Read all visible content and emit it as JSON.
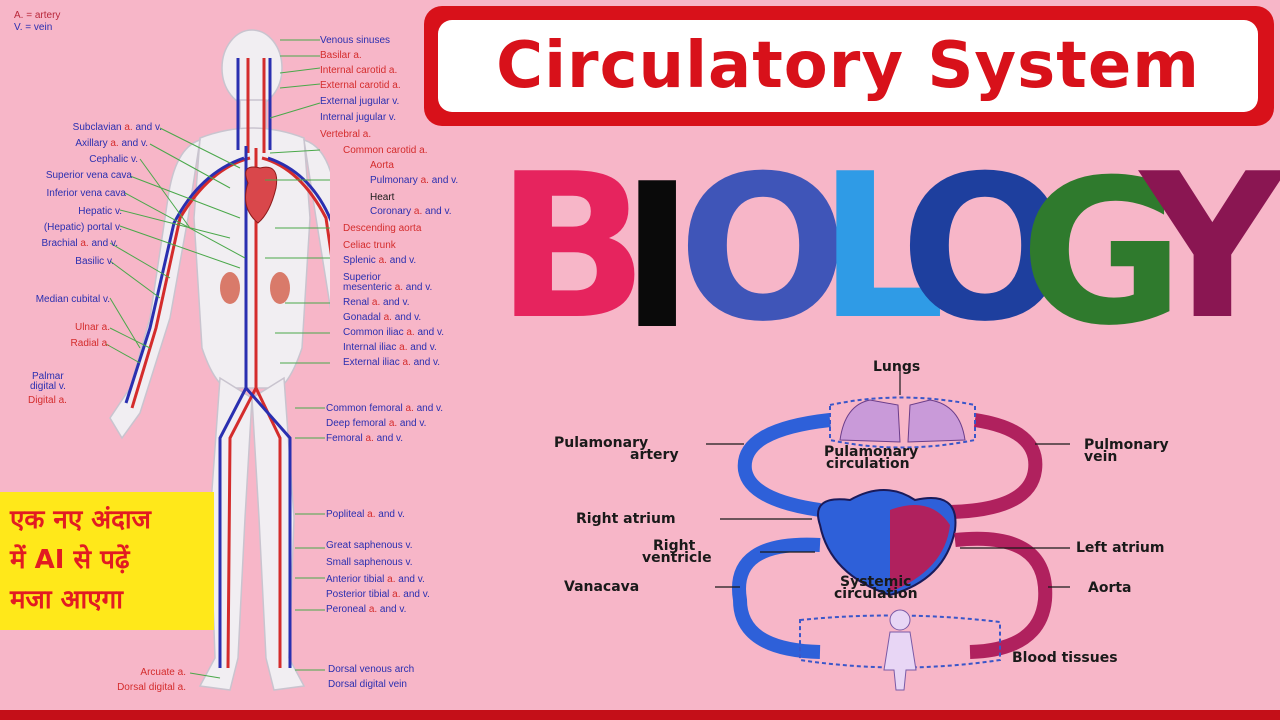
{
  "legend": {
    "artery": "A. = artery",
    "vein": "V. = vein"
  },
  "title": "Circulatory System",
  "biology": [
    {
      "ch": "B",
      "color": "#e6245e"
    },
    {
      "ch": "I",
      "color": "#0a0a0a"
    },
    {
      "ch": "O",
      "color": "#3f55b8"
    },
    {
      "ch": "L",
      "color": "#2f9be6"
    },
    {
      "ch": "O",
      "color": "#1e3f9e"
    },
    {
      "ch": "G",
      "color": "#2f7a2d"
    },
    {
      "ch": "Y",
      "color": "#8a1652"
    }
  ],
  "hindi": {
    "line1": "एक नए अंदाज",
    "line2": "में AI से पढ़ें",
    "line3": "मजा आएगा"
  },
  "left_labels": {
    "subclavian": [
      "Subclavian ",
      "a.",
      " and v."
    ],
    "axillary": [
      "Axillary ",
      "a.",
      " and v."
    ],
    "cephalic": "Cephalic v.",
    "svc": "Superior vena cava",
    "ivc": "Inferior vena cava",
    "hepatic": "Hepatic v.",
    "portal": "(Hepatic) portal v.",
    "brachial": [
      "Brachial ",
      "a.",
      " and v."
    ],
    "basilic": "Basilic v.",
    "median_cubital": "Median cubital v.",
    "ulnar": "Ulnar a.",
    "radial": "Radial a.",
    "palmar1": "Palmar",
    "palmar2": "digital v.",
    "digital": "Digital a.",
    "arcuate": "Arcuate a.",
    "dorsal_digital_a": "Dorsal digital a."
  },
  "right_labels": {
    "venous_sinuses": "Venous sinuses",
    "basilar": "Basilar a.",
    "internal_carotid": "Internal carotid a.",
    "external_carotid": "External carotid a.",
    "external_jugular": "External jugular v.",
    "internal_jugular": "Internal jugular v.",
    "vertebral": "Vertebral a.",
    "common_carotid": "Common carotid a.",
    "aorta": "Aorta",
    "pulmonary": [
      "Pulmonary ",
      "a.",
      " and v."
    ],
    "heart": "Heart",
    "coronary": [
      "Coronary ",
      "a.",
      " and v."
    ],
    "descending_aorta": "Descending aorta",
    "celiac": "Celiac trunk",
    "splenic": [
      "Splenic ",
      "a.",
      " and v."
    ],
    "superior": "Superior",
    "mesenteric": [
      "mesenteric ",
      "a.",
      " and v."
    ],
    "renal": [
      "Renal ",
      "a.",
      " and v."
    ],
    "gonadal": [
      "Gonadal ",
      "a.",
      " and v."
    ],
    "common_iliac": [
      "Common iliac ",
      "a.",
      " and v."
    ],
    "internal_iliac": [
      "Internal iliac ",
      "a.",
      " and v."
    ],
    "external_iliac": [
      "External iliac ",
      "a.",
      " and v."
    ],
    "common_femoral": [
      "Common femoral ",
      "a.",
      " and v."
    ],
    "deep_femoral": [
      "Deep femoral ",
      "a.",
      " and v."
    ],
    "femoral": [
      "Femoral ",
      "a.",
      " and v."
    ],
    "popliteal": [
      "Popliteal ",
      "a.",
      " and v."
    ],
    "great_saphenous": "Great saphenous v.",
    "small_saphenous": "Small saphenous v.",
    "anterior_tibial": [
      "Anterior tibial ",
      "a.",
      " and v."
    ],
    "posterior_tibial": [
      "Posterior tibial ",
      "a.",
      " and v."
    ],
    "peroneal": [
      "Peroneal ",
      "a.",
      " and v."
    ],
    "dorsal_venous_arch": "Dorsal venous arch",
    "dorsal_digital_vein": "Dorsal digital vein"
  },
  "diagram": {
    "lungs": "Lungs",
    "pul_artery_1": "Pulamonary",
    "pul_artery_2": "artery",
    "pul_circ_1": "Pulamonary",
    "pul_circ_2": "circulation",
    "pul_vein_1": "Pulmonary",
    "pul_vein_2": "vein",
    "right_atrium": "Right atrium",
    "right_ventricle_1": "Right",
    "right_ventricle_2": "ventricle",
    "left_atrium": "Left atrium",
    "vanacava": "Vanacava",
    "sys_circ_1": "Systemic",
    "sys_circ_2": "circulation",
    "aorta": "Aorta",
    "blood_tissues": "Blood tissues"
  },
  "colors": {
    "background": "#f7b6c8",
    "title_red": "#d8111a",
    "artery": "#d42c2c",
    "vein": "#2a2fb0",
    "hindi_bg": "#ffe81a"
  }
}
